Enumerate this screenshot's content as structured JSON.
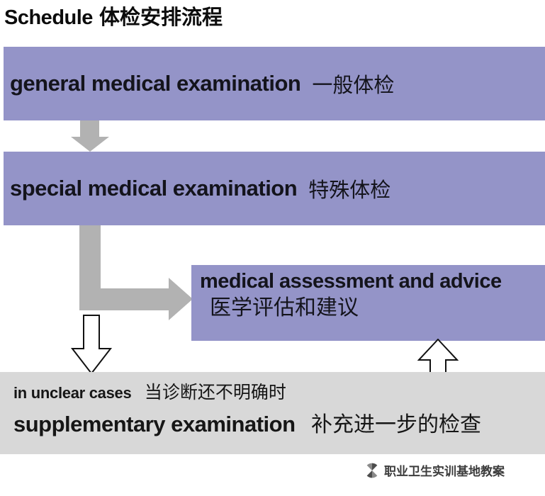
{
  "title": {
    "en": "Schedule",
    "zh": "体检安排流程"
  },
  "nodes": {
    "general": {
      "en": "general medical examination",
      "zh": "一般体检"
    },
    "special": {
      "en": "special medical examination",
      "zh": "特殊体检"
    },
    "assessment": {
      "en": "medical assessment and advice",
      "zh": "医学评估和建议"
    },
    "supplementary": {
      "note_en": "in unclear cases",
      "note_zh": "当诊断还不明确时",
      "en": "supplementary examination",
      "zh": "补充进一步的检查"
    }
  },
  "watermark": {
    "text": "职业卫生实训基地教案"
  },
  "colors": {
    "purple": "#9494c8",
    "arrow": "#b2b2b2",
    "bar": "#d8d8d8",
    "text": "#14141c"
  }
}
